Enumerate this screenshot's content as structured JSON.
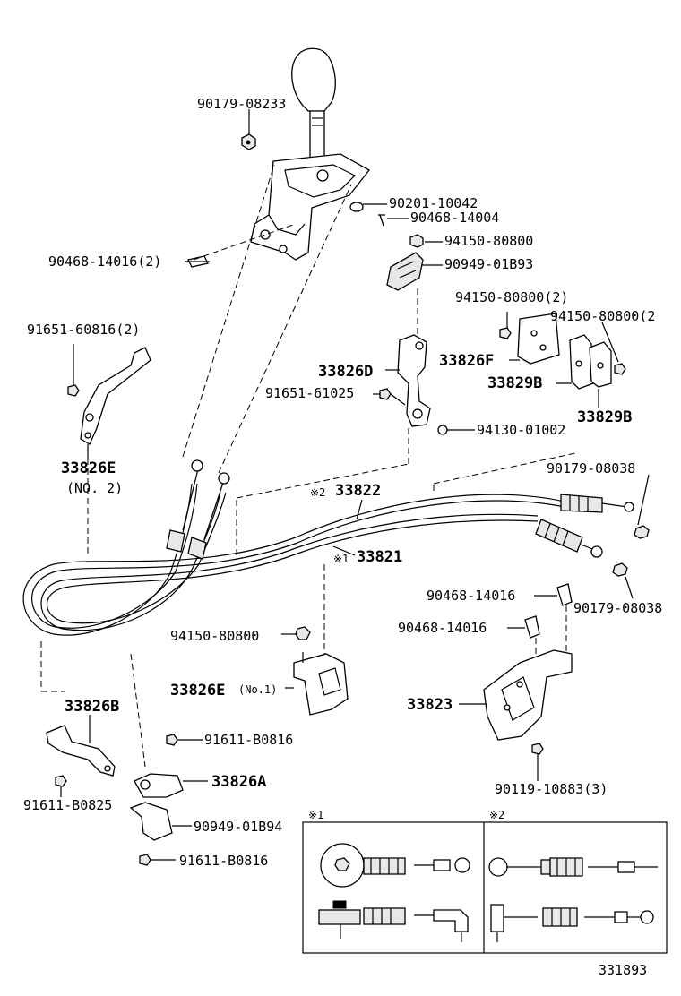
{
  "labels": {
    "knob_bolt": "90179-08233",
    "washer_top": "90201-10042",
    "pin_top": "90468-14004",
    "clip_left": "90468-14016(2)",
    "nut_retainer": "94150-80800",
    "retainer": "90949-01B93",
    "nut_f_left": "94150-80800(2)",
    "nut_f_right": "94150-80800(2",
    "bolt_e2": "91651-60816(2)",
    "bracket_d": "33826D",
    "bracket_f": "33826F",
    "holder_b1": "33829B",
    "holder_b2": "33829B",
    "bolt_d": "91651-61025",
    "nut_d": "94130-01002",
    "bracket_e2": "33826E",
    "bracket_e2_sub": "(NO. 2)",
    "nut_cable_1": "90179-08038",
    "cable_select_mark": "※2",
    "cable_select": "33822",
    "cable_shift_mark": "※1",
    "cable_shift": "33821",
    "clip_right_1": "90468-14016",
    "clip_right_2": "90468-14016",
    "nut_cable_2": "90179-08038",
    "nut_e1": "94150-80800",
    "bracket_e1": "33826E",
    "bracket_e1_sub": "(No.1)",
    "bracket_b": "33826B",
    "bolt_b0816_a": "91611-B0816",
    "bracket_bottom": "33823",
    "bolt_b0825": "91611-B0825",
    "bracket_a": "33826A",
    "bolt_bracket": "90119-10883(3)",
    "retainer_b94": "90949-01B94",
    "bolt_b0816_b": "91611-B0816",
    "inset_1": "※1",
    "inset_2": "※2",
    "diagram_number": "331893"
  }
}
